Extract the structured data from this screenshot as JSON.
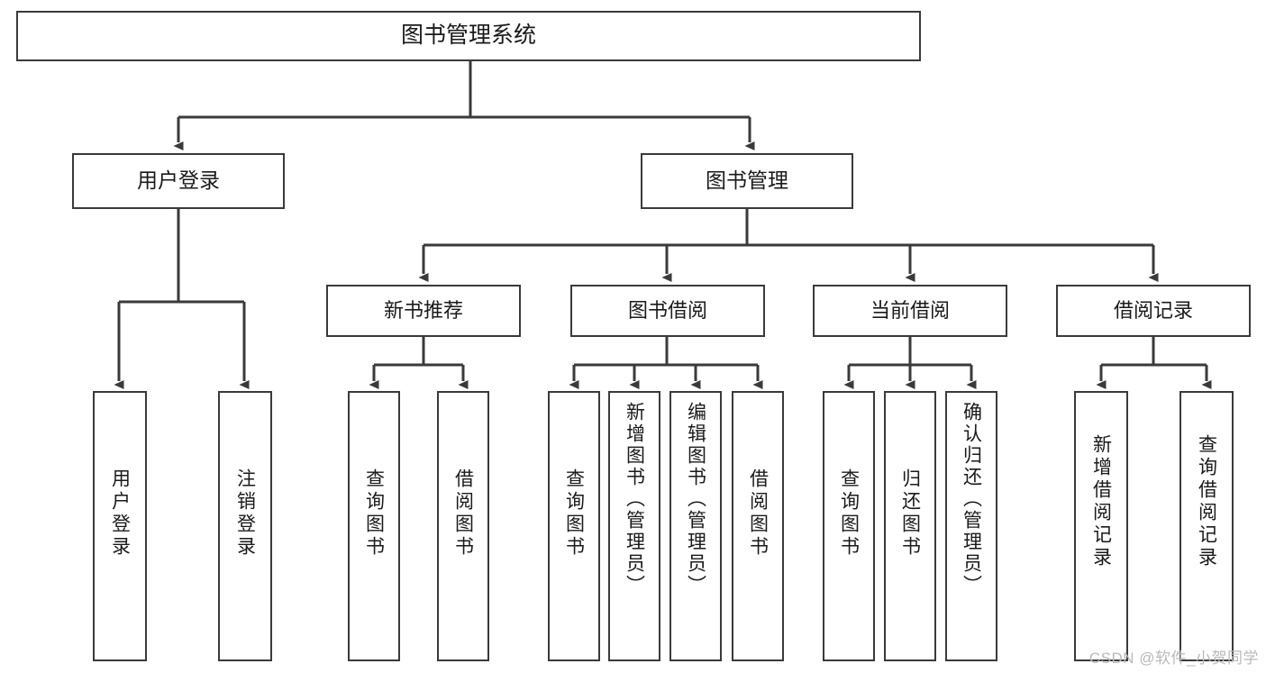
{
  "diagram": {
    "title": "图书管理系统",
    "type": "tree-hierarchy",
    "orientation": "top-down",
    "colors": {
      "box_border": "#3a3a3a",
      "box_fill": "#ffffff",
      "connector": "#3a3a3a",
      "background": "#ffffff",
      "watermark": "#b9b9b9"
    },
    "root": {
      "label": "图书管理系统"
    },
    "level1": [
      {
        "label": "用户登录"
      },
      {
        "label": "图书管理"
      }
    ],
    "level2": [
      {
        "label": "新书推荐"
      },
      {
        "label": "图书借阅"
      },
      {
        "label": "当前借阅"
      },
      {
        "label": "借阅记录"
      }
    ],
    "leaves": {
      "user_login": [
        {
          "label": "用户登录"
        },
        {
          "label": "注销登录"
        }
      ],
      "new_book_recommend": [
        {
          "label": "查询图书"
        },
        {
          "label": "借阅图书"
        }
      ],
      "book_borrow": [
        {
          "label": "查询图书"
        },
        {
          "label": "新增图书（管理员）"
        },
        {
          "label": "编辑图书（管理员）"
        },
        {
          "label": "借阅图书"
        }
      ],
      "current_borrow": [
        {
          "label": "查询图书"
        },
        {
          "label": "归还图书"
        },
        {
          "label": "确认归还（管理员）"
        }
      ],
      "borrow_record": [
        {
          "label": "新增借阅记录"
        },
        {
          "label": "查询借阅记录"
        }
      ]
    }
  },
  "watermark": {
    "text": "CSDN @软件_小贺同学"
  }
}
